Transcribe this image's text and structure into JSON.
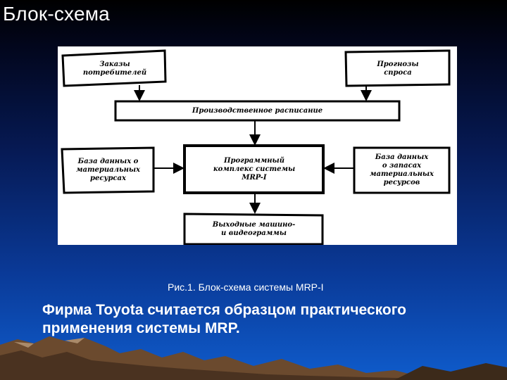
{
  "slide": {
    "title": "Блок-схема",
    "caption": "Рис.1. Блок-схема системы MRP-I",
    "body_text": "Фирма Toyota считается образцом практического применения системы MRP."
  },
  "diagram": {
    "nodes": {
      "orders": "Заказы\nпотребителей",
      "forecasts": "Прогнозы\nспроса",
      "schedule": "Производственное расписание",
      "materials_db": "База данных о\nматериальных\nресурсах",
      "mrp_software": "Программный\nкомплекс системы\nMRP-I",
      "inventory_db": "База данных\nо запасах\nматериальных\nресурсов",
      "output": "Выходные машино-\nи видеограммы"
    },
    "edges": [
      [
        "orders",
        "schedule"
      ],
      [
        "forecasts",
        "schedule"
      ],
      [
        "schedule",
        "mrp_software"
      ],
      [
        "materials_db",
        "mrp_software"
      ],
      [
        "inventory_db",
        "mrp_software"
      ],
      [
        "mrp_software",
        "output"
      ]
    ]
  },
  "colors": {
    "background_top": "#000000",
    "background_bottom": "#0f5ccc",
    "panel": "#ffffff",
    "text": "#ffffff"
  }
}
